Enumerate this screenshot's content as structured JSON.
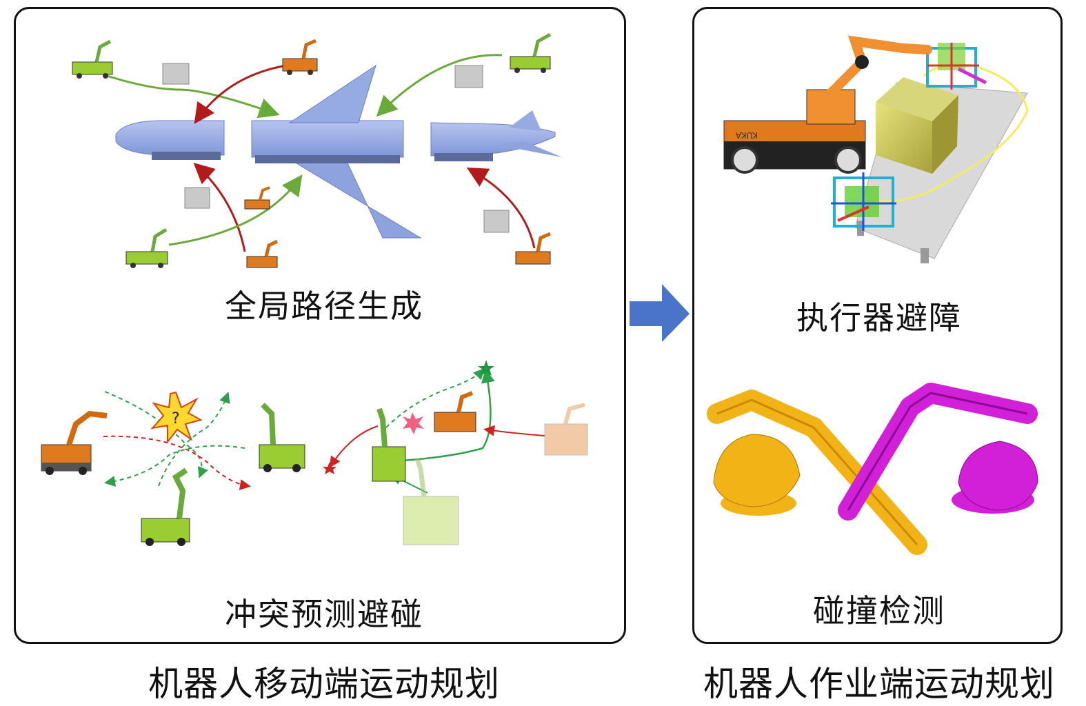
{
  "left_panel": {
    "top_caption": "全局路径生成",
    "bottom_caption": "冲突预测避碰",
    "footer": "机器人移动端运动规划"
  },
  "right_panel": {
    "top_caption": "执行器避障",
    "bottom_caption": "碰撞检测",
    "footer": "机器人作业端运动规划"
  },
  "collision_symbol": "?",
  "robot_brand": "KUKA",
  "colors": {
    "fuselage": "#8fa6e0",
    "green_path": "#6aaa3a",
    "red_path": "#b31b1b",
    "arrow_blue": "#4a74c9",
    "robot_orange": "#e07a1f",
    "robot_green": "#9acd32",
    "yellow_robot": "#f2b316",
    "magenta_robot": "#d21fd8"
  }
}
